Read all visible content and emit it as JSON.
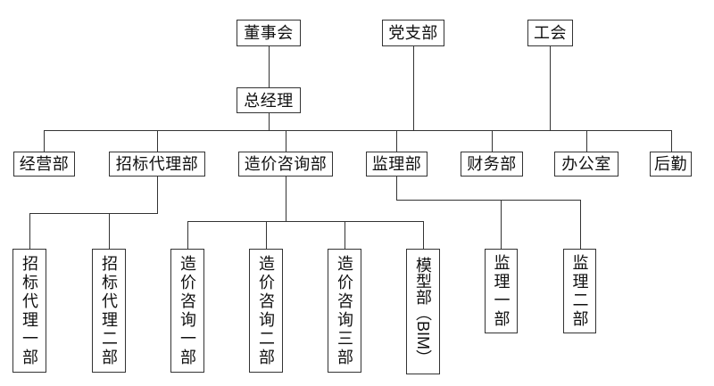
{
  "diagram": {
    "type": "org-chart",
    "background": "#ffffff",
    "line_color": "#333333",
    "box_border_color": "#333333",
    "text_color": "#111111",
    "nodes": {
      "board": {
        "label": "董事会"
      },
      "party_branch": {
        "label": "党支部"
      },
      "labor_union": {
        "label": "工会"
      },
      "general_manager": {
        "label": "总经理"
      },
      "operations": {
        "label": "经营部"
      },
      "bidding_agency": {
        "label": "招标代理部"
      },
      "cost_consulting": {
        "label": "造价咨询部"
      },
      "supervision": {
        "label": "监理部"
      },
      "finance": {
        "label": "财务部"
      },
      "office": {
        "label": "办公室"
      },
      "logistics": {
        "label": "后勤"
      },
      "bidding_agency_1": {
        "label": "招标代理一部"
      },
      "bidding_agency_2": {
        "label": "招标代理二部"
      },
      "cost_consulting_1": {
        "label": "造价咨询一部"
      },
      "cost_consulting_2": {
        "label": "造价咨询二部"
      },
      "cost_consulting_3": {
        "label": "造价咨询三部"
      },
      "bim_model": {
        "label": "模型部（BIM）"
      },
      "supervision_1": {
        "label": "监理一部"
      },
      "supervision_2": {
        "label": "监理二部"
      }
    },
    "structure": {
      "edges": [
        {
          "from": "board",
          "to": "general_manager"
        }
      ],
      "shared_bus_top_members": [
        "general_manager",
        "party_branch",
        "labor_union"
      ],
      "shared_bus_children": [
        "operations",
        "bidding_agency",
        "cost_consulting",
        "supervision",
        "finance",
        "office",
        "logistics"
      ],
      "subtrees": [
        {
          "parent": "bidding_agency",
          "children": [
            "bidding_agency_1",
            "bidding_agency_2"
          ]
        },
        {
          "parent": "cost_consulting",
          "children": [
            "cost_consulting_1",
            "cost_consulting_2",
            "cost_consulting_3",
            "bim_model"
          ]
        },
        {
          "parent": "supervision",
          "children": [
            "supervision_1",
            "supervision_2"
          ]
        }
      ]
    }
  }
}
